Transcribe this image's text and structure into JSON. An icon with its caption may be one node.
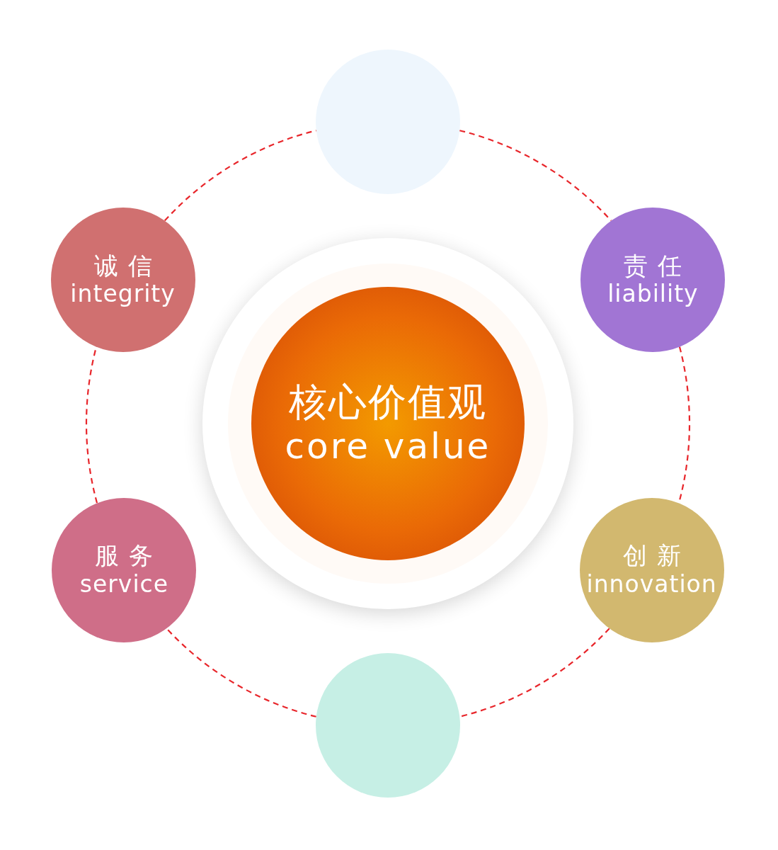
{
  "diagram": {
    "nodes": [
      {
        "text": [],
        "shape": "circle"
      },
      {
        "text": [
          "诚信",
          "integrity"
        ]
      },
      {
        "text": [
          "责任",
          "liability"
        ]
      },
      {
        "text": [
          "核心价值观",
          "core value"
        ]
      },
      {
        "text": [
          "服务",
          "service"
        ]
      },
      {
        "text": [
          "创新",
          "innovation"
        ]
      },
      {
        "text": [],
        "shape": "circle"
      }
    ],
    "edges": [
      {
        "from": 0,
        "to": 2,
        "arrow": "none",
        "style": "dashed"
      },
      {
        "from": 2,
        "to": 5,
        "arrow": "none",
        "style": "dashed"
      },
      {
        "from": 5,
        "to": 6,
        "arrow": "none",
        "style": "dashed"
      },
      {
        "from": 6,
        "to": 4,
        "arrow": "none",
        "style": "dashed"
      },
      {
        "from": 4,
        "to": 1,
        "arrow": "none",
        "style": "dashed"
      },
      {
        "from": 1,
        "to": 0,
        "arrow": "none",
        "style": "dashed"
      }
    ]
  }
}
